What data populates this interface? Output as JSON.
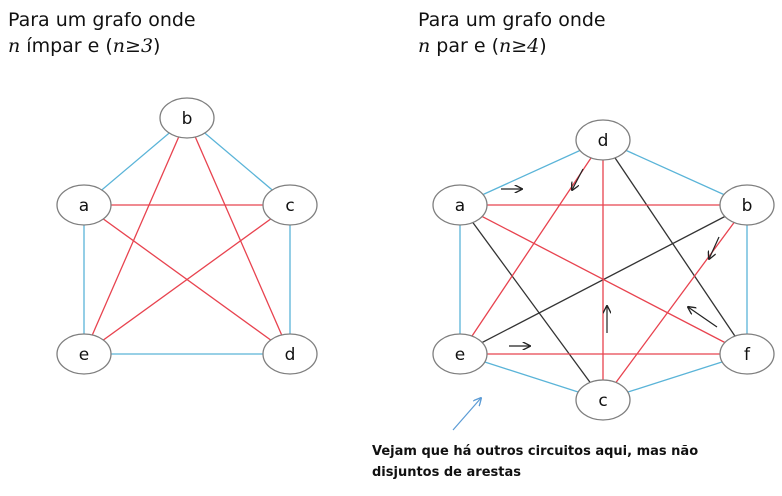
{
  "left": {
    "title_line1": "Para um grafo onde",
    "title_var": "n",
    "title_mid": " ímpar e (",
    "title_cond": "n≥3",
    "title_end": ")",
    "nodes": [
      "a",
      "b",
      "c",
      "d",
      "e"
    ],
    "cycle_edges": [
      [
        "a",
        "b"
      ],
      [
        "b",
        "c"
      ],
      [
        "c",
        "d"
      ],
      [
        "d",
        "e"
      ],
      [
        "e",
        "a"
      ]
    ],
    "star_edges": [
      [
        "a",
        "c"
      ],
      [
        "c",
        "e"
      ],
      [
        "e",
        "b"
      ],
      [
        "b",
        "d"
      ],
      [
        "d",
        "a"
      ]
    ],
    "cycle_color": "#5ab4d8",
    "star_color": "#e8434f"
  },
  "right": {
    "title_line1": "Para um grafo onde",
    "title_var": "n",
    "title_mid": " par e (",
    "title_cond": "n≥4",
    "title_end": ")",
    "nodes": [
      "a",
      "d",
      "b",
      "f",
      "c",
      "e"
    ],
    "cycle_edges": [
      [
        "a",
        "d"
      ],
      [
        "d",
        "b"
      ],
      [
        "b",
        "f"
      ],
      [
        "f",
        "c"
      ],
      [
        "c",
        "e"
      ],
      [
        "e",
        "a"
      ]
    ],
    "red_edges": [
      [
        "a",
        "b"
      ],
      [
        "b",
        "c"
      ],
      [
        "c",
        "d"
      ],
      [
        "d",
        "e"
      ],
      [
        "e",
        "f"
      ],
      [
        "f",
        "a"
      ]
    ],
    "black_edges": [
      [
        "a",
        "c"
      ],
      [
        "d",
        "f"
      ],
      [
        "e",
        "b"
      ]
    ],
    "cycle_color": "#5ab4d8",
    "red_color": "#e8434f",
    "black_color": "#333333"
  },
  "note": {
    "line1": "Vejam que há outros circuitos aqui, mas não",
    "line2": "disjuntos de arestas"
  }
}
